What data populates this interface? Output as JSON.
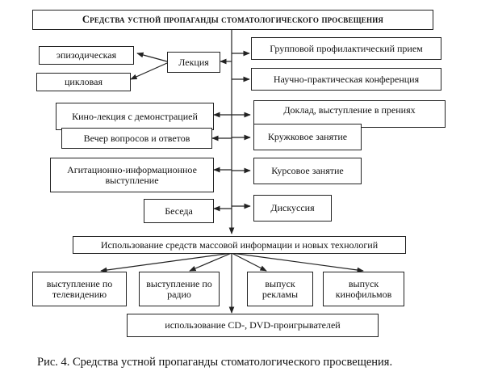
{
  "title": "Средства устной пропаганды стоматологического просвещения",
  "left": {
    "lecture": "Лекция",
    "episodic": "эпизодическая",
    "cyclic": "цикловая",
    "film_lecture": "Кино-лекция с демонстрацией",
    "qa_evening": "Вечер вопросов и ответов",
    "agitation": "Агитационно-информационное выступление",
    "conversation": "Беседа"
  },
  "right": {
    "group_reception": "Групповой профилактический прием",
    "conference": "Научно-практическая конференция",
    "report": "Доклад, выступление в прениях",
    "club": "Кружковое занятие",
    "course": "Курсовое занятие",
    "discussion": "Дискуссия"
  },
  "media": {
    "header": "Использование средств массовой информации и новых технологий",
    "tv": "выступление по телевидению",
    "radio": "выступление по радио",
    "ads": "выпуск рекламы",
    "films": "выпуск кинофильмов",
    "cd_dvd": "использование CD-, DVD-проигрывателей"
  },
  "caption": "Рис. 4. Средства устной пропаганды стоматологического просвещения."
}
